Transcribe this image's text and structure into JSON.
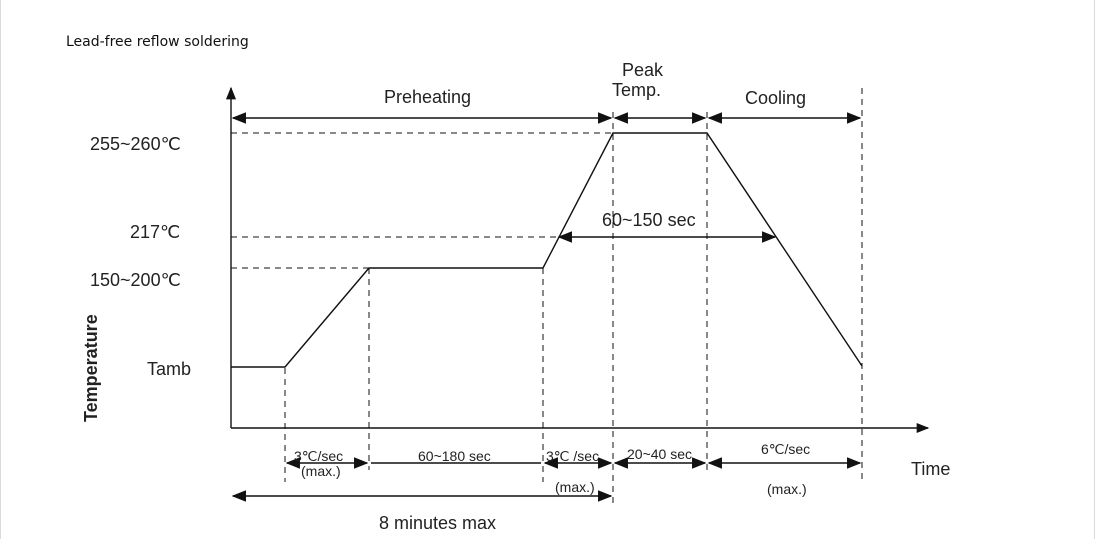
{
  "doc": {
    "title": "Lead-free reflow soldering"
  },
  "axes": {
    "y_label": "Temperature",
    "x_label": "Time"
  },
  "temps": {
    "peak": "255~260℃",
    "liquidus": "217℃",
    "soak": "150~200℃",
    "ambient": "Tamb"
  },
  "phases": {
    "preheat": "Preheating",
    "peak_line1": "Peak",
    "peak_line2": "Temp.",
    "cooling": "Cooling"
  },
  "durations": {
    "above_liquidus": "60~150 sec",
    "ramp1_rate": "3℃/sec",
    "ramp1_max": "(max.)",
    "soak_time": "60~180 sec",
    "ramp2_rate": "3℃ /sec",
    "ramp2_max": "(max.)",
    "peak_time": "20~40 sec",
    "cool_rate": "6℃/sec",
    "cool_max": "(max.)",
    "total": "8 minutes max"
  },
  "colors": {
    "ink": "#111111",
    "background": "#ffffff"
  }
}
